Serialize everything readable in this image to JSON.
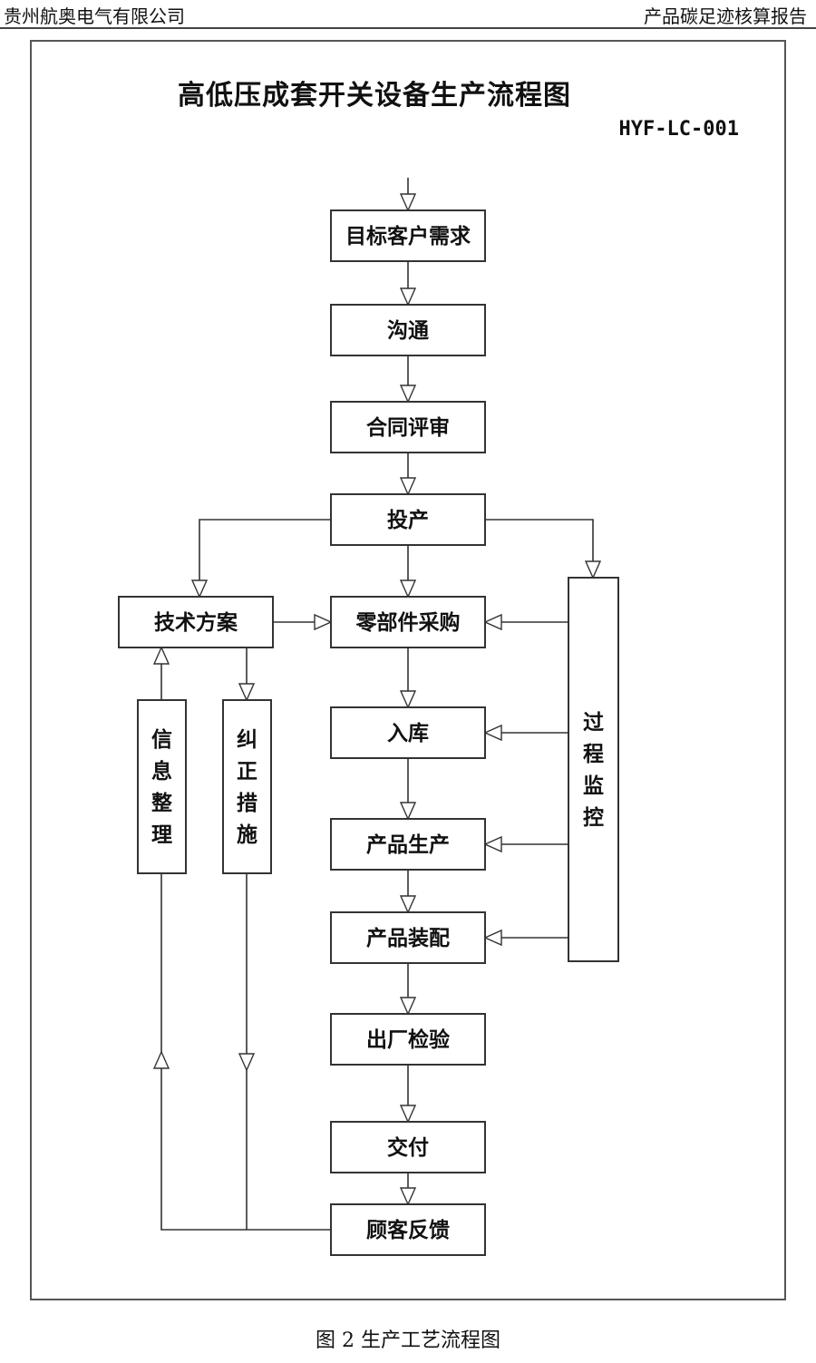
{
  "header": {
    "company": "贵州航奥电气有限公司",
    "report": "产品碳足迹核算报告"
  },
  "diagram": {
    "title": "高低压成套开关设备生产流程图",
    "code": "HYF-LC-001",
    "nodes": [
      {
        "id": "demand",
        "label": "目标客户需求"
      },
      {
        "id": "communicate",
        "label": "沟通"
      },
      {
        "id": "contract",
        "label": "合同评审"
      },
      {
        "id": "production_start",
        "label": "投产"
      },
      {
        "id": "tech_plan",
        "label": "技术方案"
      },
      {
        "id": "procurement",
        "label": "零部件采购"
      },
      {
        "id": "monitor",
        "label": "过程监控"
      },
      {
        "id": "warehouse",
        "label": "入库"
      },
      {
        "id": "manufacture",
        "label": "产品生产"
      },
      {
        "id": "assembly",
        "label": "产品装配"
      },
      {
        "id": "inspection",
        "label": "出厂检验"
      },
      {
        "id": "delivery",
        "label": "交付"
      },
      {
        "id": "feedback",
        "label": "顾客反馈"
      },
      {
        "id": "info",
        "label": "信息整理"
      },
      {
        "id": "corrective",
        "label": "纠正措施"
      }
    ],
    "edges": [
      {
        "from": "start",
        "to": "demand"
      },
      {
        "from": "demand",
        "to": "communicate"
      },
      {
        "from": "communicate",
        "to": "contract"
      },
      {
        "from": "contract",
        "to": "production_start"
      },
      {
        "from": "production_start",
        "to": "tech_plan"
      },
      {
        "from": "production_start",
        "to": "procurement"
      },
      {
        "from": "production_start",
        "to": "monitor"
      },
      {
        "from": "tech_plan",
        "to": "procurement"
      },
      {
        "from": "monitor",
        "to": "procurement"
      },
      {
        "from": "monitor",
        "to": "warehouse"
      },
      {
        "from": "monitor",
        "to": "manufacture"
      },
      {
        "from": "monitor",
        "to": "assembly"
      },
      {
        "from": "procurement",
        "to": "warehouse"
      },
      {
        "from": "warehouse",
        "to": "manufacture"
      },
      {
        "from": "manufacture",
        "to": "assembly"
      },
      {
        "from": "assembly",
        "to": "inspection"
      },
      {
        "from": "inspection",
        "to": "delivery"
      },
      {
        "from": "delivery",
        "to": "feedback"
      },
      {
        "from": "feedback",
        "to": "info"
      },
      {
        "from": "feedback",
        "to": "corrective"
      },
      {
        "from": "info",
        "to": "tech_plan"
      },
      {
        "from": "tech_plan",
        "to": "corrective"
      }
    ]
  },
  "caption": "图 2  生产工艺流程图"
}
